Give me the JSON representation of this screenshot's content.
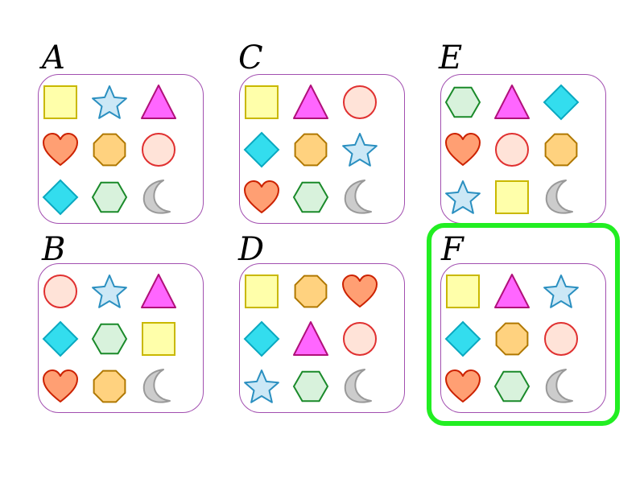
{
  "panels": [
    {
      "label": "A",
      "shapes": [
        "square",
        "star",
        "triangle",
        "heart",
        "octagon",
        "circle",
        "diamond",
        "hexagon",
        "moon"
      ]
    },
    {
      "label": "C",
      "shapes": [
        "square",
        "triangle",
        "circle",
        "diamond",
        "octagon",
        "star",
        "heart",
        "hexagon",
        "moon"
      ]
    },
    {
      "label": "E",
      "shapes": [
        "hexagon",
        "triangle",
        "diamond",
        "heart",
        "circle",
        "octagon",
        "star",
        "square",
        "moon"
      ]
    },
    {
      "label": "B",
      "shapes": [
        "circle",
        "star",
        "triangle",
        "diamond",
        "hexagon",
        "square",
        "heart",
        "octagon",
        "moon"
      ]
    },
    {
      "label": "D",
      "shapes": [
        "square",
        "octagon",
        "heart",
        "diamond",
        "triangle",
        "circle",
        "star",
        "hexagon",
        "moon"
      ]
    },
    {
      "label": "F",
      "shapes": [
        "square",
        "triangle",
        "star",
        "diamond",
        "octagon",
        "circle",
        "heart",
        "hexagon",
        "moon"
      ]
    }
  ],
  "selected_panel": "F",
  "colors": {
    "square": {
      "fill": "#ffffaa",
      "stroke": "#c9b800"
    },
    "star": {
      "fill": "#cce8f6",
      "stroke": "#2a8fc0"
    },
    "triangle": {
      "fill": "#ff66ff",
      "stroke": "#b0107a"
    },
    "heart": {
      "fill": "#ff9f73",
      "stroke": "#cc2200"
    },
    "octagon": {
      "fill": "#ffd27f",
      "stroke": "#b07800"
    },
    "circle": {
      "fill": "#ffe3d8",
      "stroke": "#e03030"
    },
    "diamond": {
      "fill": "#33ddee",
      "stroke": "#0aa8c0"
    },
    "hexagon": {
      "fill": "#d8f2dc",
      "stroke": "#1a8a2a"
    },
    "moon": {
      "fill": "#cccccc",
      "stroke": "#999999"
    },
    "panel_border": "#a24fb0",
    "highlight": "#22ee22"
  }
}
